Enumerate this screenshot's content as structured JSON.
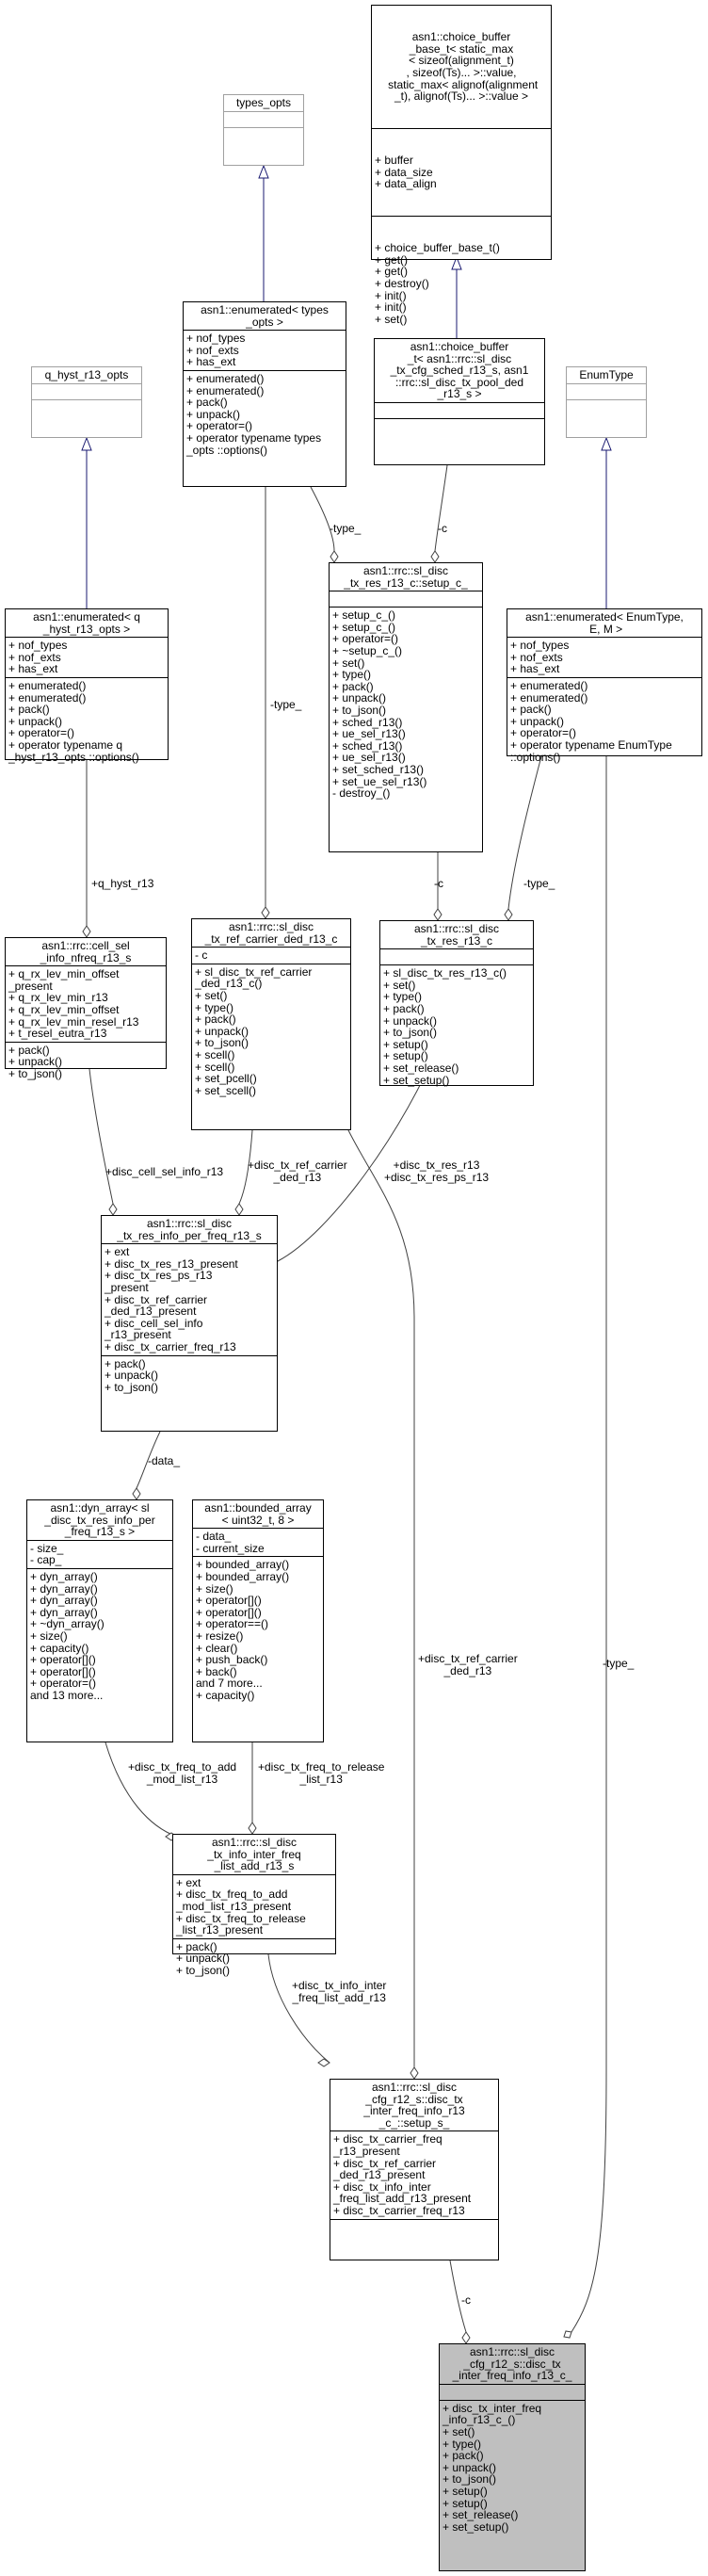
{
  "nodes": {
    "choice_buffer_base": {
      "title": [
        "asn1::choice_buffer",
        "_base_t< static_max",
        "< sizeof(alignment_t)",
        ", sizeof(Ts)... >::value,",
        " static_max< alignof(alignment",
        "_t), alignof(Ts)... >::value >"
      ],
      "attrs": [
        "+ buffer",
        "+ data_size",
        "+ data_align"
      ],
      "methods": [
        "+ choice_buffer_base_t()",
        "+ get()",
        "+ get()",
        "+ destroy()",
        "+ init()",
        "+ init()",
        "+ set()"
      ]
    },
    "types_opts": {
      "title": [
        "types_opts"
      ],
      "attrs": [],
      "methods": []
    },
    "enumerated_types_opts": {
      "title": [
        "asn1::enumerated< types",
        "_opts >"
      ],
      "attrs": [
        "+ nof_types",
        "+ nof_exts",
        "+ has_ext"
      ],
      "methods": [
        "+ enumerated()",
        "+ enumerated()",
        "+ pack()",
        "+ unpack()",
        "+ operator=()",
        "+ operator typename types",
        "_opts ::options()"
      ]
    },
    "choice_buffer_sl": {
      "title": [
        "asn1::choice_buffer",
        "_t< asn1::rrc::sl_disc",
        "_tx_cfg_sched_r13_s, asn1",
        "::rrc::sl_disc_tx_pool_ded",
        "_r13_s >"
      ],
      "attrs": [],
      "methods": []
    },
    "enum_type": {
      "title": [
        "EnumType"
      ],
      "attrs": [],
      "methods": []
    },
    "q_hyst_opts": {
      "title": [
        "q_hyst_r13_opts"
      ],
      "attrs": [],
      "methods": []
    },
    "enumerated_q_hyst": {
      "title": [
        "asn1::enumerated< q",
        "_hyst_r13_opts >"
      ],
      "attrs": [
        "+ nof_types",
        "+ nof_exts",
        "+ has_ext"
      ],
      "methods": [
        "+ enumerated()",
        "+ enumerated()",
        "+ pack()",
        "+ unpack()",
        "+ operator=()",
        "+ operator typename q",
        "_hyst_r13_opts ::options()"
      ]
    },
    "setup_c": {
      "title": [
        "asn1::rrc::sl_disc",
        "_tx_res_r13_c::setup_c_"
      ],
      "attrs": [],
      "methods": [
        "+ setup_c_()",
        "+ setup_c_()",
        "+ operator=()",
        "+ ~setup_c_()",
        "+ set()",
        "+ type()",
        "+ pack()",
        "+ unpack()",
        "+ to_json()",
        "+ sched_r13()",
        "+ ue_sel_r13()",
        "+ sched_r13()",
        "+ ue_sel_r13()",
        "+ set_sched_r13()",
        "+ set_ue_sel_r13()",
        "- destroy_()"
      ]
    },
    "enumerated_enumtype": {
      "title": [
        "asn1::enumerated< EnumType,",
        " E, M >"
      ],
      "attrs": [
        "+ nof_types",
        "+ nof_exts",
        "+ has_ext"
      ],
      "methods": [
        "+ enumerated()",
        "+ enumerated()",
        "+ pack()",
        "+ unpack()",
        "+ operator=()",
        "+ operator typename EnumType",
        "::options()"
      ]
    },
    "cell_sel_info": {
      "title": [
        "asn1::rrc::cell_sel",
        "_info_nfreq_r13_s"
      ],
      "attrs": [
        "+ q_rx_lev_min_offset",
        "_present",
        "+ q_rx_lev_min_r13",
        "+ q_rx_lev_min_offset",
        "+ q_rx_lev_min_resel_r13",
        "+ t_resel_eutra_r13"
      ],
      "methods": [
        "+ pack()",
        "+ unpack()",
        "+ to_json()"
      ]
    },
    "tx_ref_carrier": {
      "title": [
        "asn1::rrc::sl_disc",
        "_tx_ref_carrier_ded_r13_c"
      ],
      "attrs": [
        "- c"
      ],
      "methods": [
        "+ sl_disc_tx_ref_carrier",
        "_ded_r13_c()",
        "+ set()",
        "+ type()",
        "+ pack()",
        "+ unpack()",
        "+ to_json()",
        "+ scell()",
        "+ scell()",
        "+ set_pcell()",
        "+ set_scell()"
      ]
    },
    "tx_res_r13_c": {
      "title": [
        "asn1::rrc::sl_disc",
        "_tx_res_r13_c"
      ],
      "attrs": [],
      "methods": [
        "+ sl_disc_tx_res_r13_c()",
        "+ set()",
        "+ type()",
        "+ pack()",
        "+ unpack()",
        "+ to_json()",
        "+ setup()",
        "+ setup()",
        "+ set_release()",
        "+ set_setup()"
      ]
    },
    "tx_res_info_per_freq": {
      "title": [
        "asn1::rrc::sl_disc",
        "_tx_res_info_per_freq_r13_s"
      ],
      "attrs": [
        "+ ext",
        "+ disc_tx_res_r13_present",
        "+ disc_tx_res_ps_r13",
        "_present",
        "+ disc_tx_ref_carrier",
        "_ded_r13_present",
        "+ disc_cell_sel_info",
        "_r13_present",
        "+ disc_tx_carrier_freq_r13"
      ],
      "methods": [
        "+ pack()",
        "+ unpack()",
        "+ to_json()"
      ]
    },
    "dyn_array": {
      "title": [
        "asn1::dyn_array< sl",
        "_disc_tx_res_info_per",
        "_freq_r13_s >"
      ],
      "attrs": [
        "- size_",
        "- cap_"
      ],
      "methods": [
        "+ dyn_array()",
        "+ dyn_array()",
        "+ dyn_array()",
        "+ dyn_array()",
        "+ ~dyn_array()",
        "+ size()",
        "+ capacity()",
        "+ operator[]()",
        "+ operator[]()",
        "+ operator=()",
        "and 13 more..."
      ]
    },
    "bounded_array": {
      "title": [
        "asn1::bounded_array",
        "< uint32_t, 8 >"
      ],
      "attrs": [
        "- data_",
        "- current_size"
      ],
      "methods": [
        "+ bounded_array()",
        "+ bounded_array()",
        "+ size()",
        "+ operator[]()",
        "+ operator[]()",
        "+ operator==()",
        "+ resize()",
        "+ clear()",
        "+ push_back()",
        "+ back()",
        "and 7 more...",
        "+ capacity()"
      ]
    },
    "tx_info_inter_freq": {
      "title": [
        "asn1::rrc::sl_disc",
        "_tx_info_inter_freq",
        "_list_add_r13_s"
      ],
      "attrs": [
        "+ ext",
        "+ disc_tx_freq_to_add",
        "_mod_list_r13_present",
        "+ disc_tx_freq_to_release",
        "_list_r13_present"
      ],
      "methods": [
        "+ pack()",
        "+ unpack()",
        "+ to_json()"
      ]
    },
    "setup_s": {
      "title": [
        "asn1::rrc::sl_disc",
        "_cfg_r12_s::disc_tx",
        "_inter_freq_info_r13",
        "_c_::setup_s_"
      ],
      "attrs": [
        "+ disc_tx_carrier_freq",
        "_r13_present",
        "+ disc_tx_ref_carrier",
        "_ded_r13_present",
        "+ disc_tx_info_inter",
        "_freq_list_add_r13_present",
        "+ disc_tx_carrier_freq_r13"
      ],
      "methods": []
    },
    "focus": {
      "title": [
        "asn1::rrc::sl_disc",
        "_cfg_r12_s::disc_tx",
        "_inter_freq_info_r13_c_"
      ],
      "attrs": [],
      "methods": [
        "+ disc_tx_inter_freq",
        "_info_r13_c_()",
        "+ set()",
        "+ type()",
        "+ pack()",
        "+ unpack()",
        "+ to_json()",
        "+ setup()",
        "+ setup()",
        "+ set_release()",
        "+ set_setup()"
      ]
    }
  },
  "edge_labels": {
    "type_setup": "-type_",
    "c_setup": "-c",
    "type_ref": "-type_",
    "c_res": "-c",
    "type_enum": "-type_",
    "q_hyst": "+q_hyst_r13",
    "cell_sel": "+disc_cell_sel_info_r13",
    "ref_carrier": [
      "+disc_tx_ref_carrier",
      "_ded_r13"
    ],
    "res_ps": [
      "+disc_tx_res_r13",
      "+disc_tx_res_ps_r13"
    ],
    "data": "-data_",
    "to_add": [
      "+disc_tx_freq_to_add",
      "_mod_list_r13"
    ],
    "to_release": [
      "+disc_tx_freq_to_release",
      "_list_r13"
    ],
    "ref_carrier_long": [
      "+disc_tx_ref_carrier",
      "_ded_r13"
    ],
    "info_inter": [
      "+disc_tx_info_inter",
      "_freq_list_add_r13"
    ],
    "c_focus": "-c",
    "type_focus": "-type_"
  },
  "colors": {
    "inheritance": "#191970",
    "composition": "#404040",
    "focus_fill": "#bfbfbf",
    "gray_border": "#a0a0a0"
  }
}
